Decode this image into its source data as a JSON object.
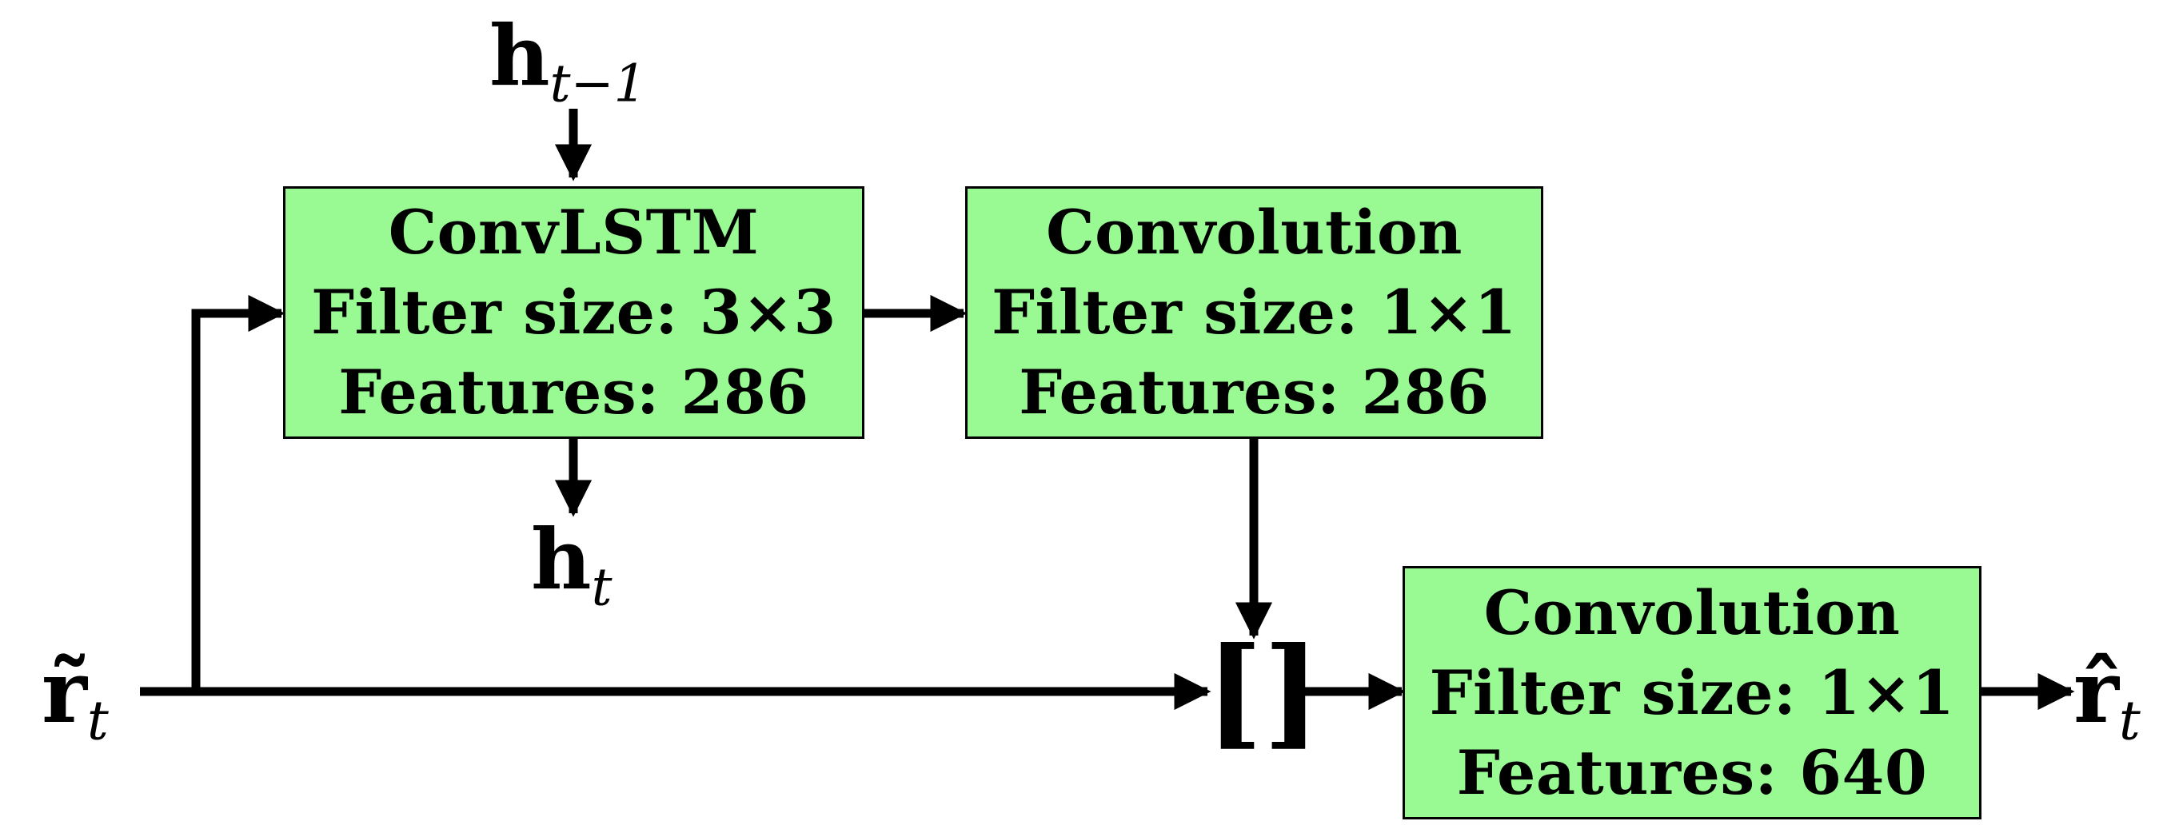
{
  "blocks": {
    "convlstm": {
      "title": "ConvLSTM",
      "filter": "Filter size: 3×3",
      "features": "Features: 286"
    },
    "conv1": {
      "title": "Convolution",
      "filter": "Filter size: 1×1",
      "features": "Features: 286"
    },
    "conv2": {
      "title": "Convolution",
      "filter": "Filter size: 1×1",
      "features": "Features: 640"
    }
  },
  "symbols": {
    "h_prev": {
      "base": "h",
      "sub": "t−1"
    },
    "h_t": {
      "base": "h",
      "sub": "t"
    },
    "r_tilde": {
      "base": "r̃",
      "sub": "t"
    },
    "r_hat": {
      "base": "r̂",
      "sub": "t"
    },
    "concat": {
      "left": "[",
      "right": "]"
    }
  },
  "colors": {
    "block_fill": "#99f993",
    "stroke": "#000000"
  }
}
